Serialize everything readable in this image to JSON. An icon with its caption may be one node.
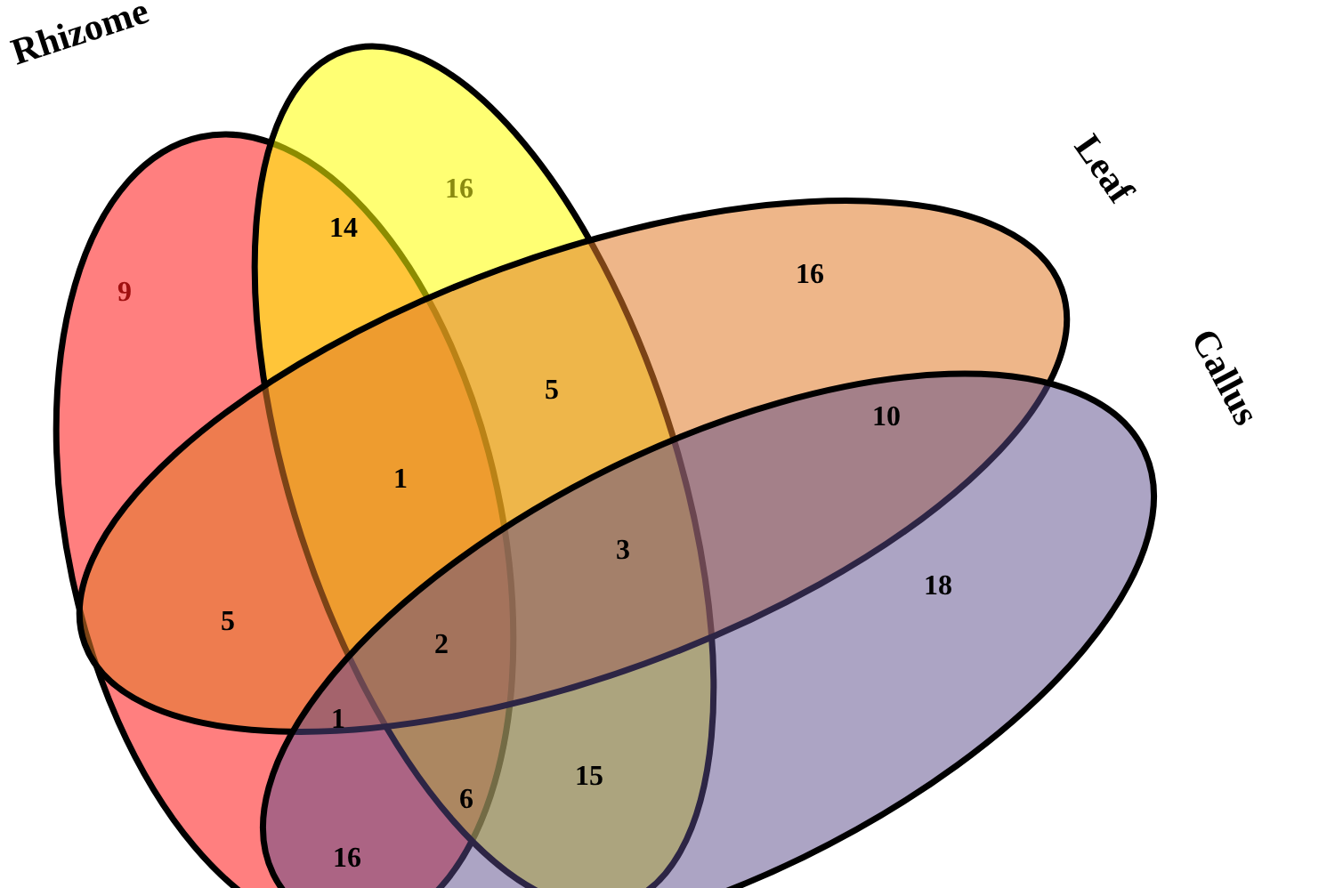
{
  "diagram": {
    "nodes": [
      {
        "text": [
          "Rhizome"
        ]
      },
      {
        "text": [],
        "shape": "ellipse"
      },
      {
        "text": [
          "Leaf"
        ]
      },
      {
        "text": [
          "Callus"
        ]
      }
    ],
    "labels": [
      "16",
      "14",
      "9",
      "16",
      "5",
      "10",
      "1",
      "3",
      "18",
      "5",
      "2",
      "1",
      "15",
      "6",
      "16"
    ]
  }
}
